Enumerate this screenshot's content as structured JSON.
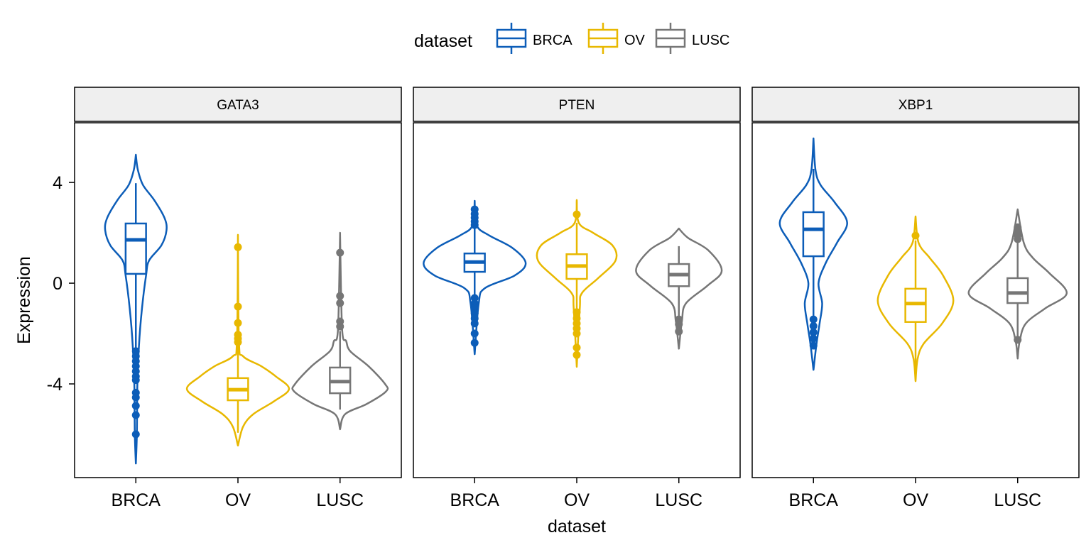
{
  "chart_data": {
    "type": "violin",
    "xlabel": "dataset",
    "ylabel": "Expression",
    "ylim": [
      -7.72,
      6.37
    ],
    "yticks": [
      -4,
      0,
      4
    ],
    "ytick_labels": [
      "-4",
      "0",
      "4"
    ],
    "categories": [
      "BRCA",
      "OV",
      "LUSC"
    ],
    "legend": {
      "title": "dataset",
      "position": "top",
      "entries": [
        {
          "label": "BRCA",
          "color": "#0C5DB8"
        },
        {
          "label": "OV",
          "color": "#E8B800"
        },
        {
          "label": "LUSC",
          "color": "#767676"
        }
      ]
    },
    "strip_fill": "#EFEFEF",
    "facets": [
      {
        "title": "GATA3",
        "groups": [
          {
            "name": "BRCA",
            "box": {
              "lower": -2.56,
              "q1": 0.37,
              "median": 1.72,
              "q3": 2.37,
              "upper": 3.97
            },
            "outliers": [
              -2.7,
              -2.9,
              -3.1,
              -3.3,
              -3.5,
              -3.7,
              -3.85,
              -4.35,
              -4.54,
              -4.87,
              -5.24,
              -6.0
            ],
            "violin": [
              [
                5.1,
                0
              ],
              [
                4.5,
                0.02
              ],
              [
                3.9,
                0.07
              ],
              [
                3.3,
                0.18
              ],
              [
                2.6,
                0.28
              ],
              [
                2.1,
                0.3
              ],
              [
                1.5,
                0.25
              ],
              [
                0.9,
                0.13
              ],
              [
                0.3,
                0.1
              ],
              [
                -1.0,
                0.06
              ],
              [
                -2.5,
                0.03
              ],
              [
                -4.0,
                0.015
              ],
              [
                -6.0,
                0.01
              ],
              [
                -7.16,
                0
              ]
            ]
          },
          {
            "name": "OV",
            "box": {
              "lower": -5.94,
              "q1": -4.65,
              "median": -4.23,
              "q3": -3.77,
              "upper": -2.4
            },
            "outliers": [
              1.43,
              -0.93,
              -1.58,
              -2.05,
              -2.2,
              -2.34
            ],
            "violin": [
              [
                1.92,
                0
              ],
              [
                -2.3,
                0.01
              ],
              [
                -2.9,
                0.05
              ],
              [
                -3.3,
                0.23
              ],
              [
                -3.7,
                0.37
              ],
              [
                -4.2,
                0.5
              ],
              [
                -4.7,
                0.35
              ],
              [
                -5.2,
                0.15
              ],
              [
                -5.7,
                0.05
              ],
              [
                -6.45,
                0
              ]
            ]
          },
          {
            "name": "LUSC",
            "box": {
              "lower": -5.02,
              "q1": -4.37,
              "median": -3.91,
              "q3": -3.35,
              "upper": -1.9
            },
            "outliers": [
              1.21,
              -0.51,
              -0.79,
              -1.52,
              -1.72
            ],
            "violin": [
              [
                2.0,
                0
              ],
              [
                -1.8,
                0.02
              ],
              [
                -2.3,
                0.06
              ],
              [
                -2.7,
                0.1
              ],
              [
                -3.3,
                0.28
              ],
              [
                -4.0,
                0.44
              ],
              [
                -4.3,
                0.45
              ],
              [
                -4.8,
                0.26
              ],
              [
                -5.2,
                0.05
              ],
              [
                -5.8,
                0
              ]
            ]
          }
        ]
      },
      {
        "title": "PTEN",
        "groups": [
          {
            "name": "BRCA",
            "box": {
              "lower": -0.5,
              "q1": 0.45,
              "median": 0.84,
              "q3": 1.18,
              "upper": 2.2
            },
            "outliers": [
              2.93,
              2.75,
              2.6,
              2.45,
              2.31,
              -0.59,
              -0.8,
              -1.0,
              -1.2,
              -1.4,
              -1.6,
              -2.0,
              -2.37
            ],
            "violin": [
              [
                3.27,
                0
              ],
              [
                2.3,
                0.02
              ],
              [
                1.9,
                0.14
              ],
              [
                1.4,
                0.37
              ],
              [
                0.8,
                0.5
              ],
              [
                0.3,
                0.39
              ],
              [
                -0.2,
                0.1
              ],
              [
                -0.8,
                0.04
              ],
              [
                -2.82,
                0
              ]
            ]
          },
          {
            "name": "OV",
            "box": {
              "lower": -1.05,
              "q1": 0.17,
              "median": 0.68,
              "q3": 1.15,
              "upper": 2.4
            },
            "outliers": [
              2.73,
              -1.15,
              -1.4,
              -1.6,
              -1.8,
              -2.0,
              -2.56,
              -2.85
            ],
            "violin": [
              [
                3.3,
                0
              ],
              [
                2.4,
                0.02
              ],
              [
                2.0,
                0.16
              ],
              [
                1.5,
                0.35
              ],
              [
                0.9,
                0.38
              ],
              [
                0.2,
                0.21
              ],
              [
                -0.4,
                0.05
              ],
              [
                -1.0,
                0.03
              ],
              [
                -3.32,
                0
              ]
            ]
          },
          {
            "name": "LUSC",
            "box": {
              "lower": -1.3,
              "q1": -0.12,
              "median": 0.34,
              "q3": 0.76,
              "upper": 1.47
            },
            "outliers": [
              -1.44,
              -1.63,
              -1.92
            ],
            "violin": [
              [
                2.17,
                0
              ],
              [
                1.8,
                0.09
              ],
              [
                1.3,
                0.29
              ],
              [
                0.5,
                0.42
              ],
              [
                -0.1,
                0.28
              ],
              [
                -0.8,
                0.07
              ],
              [
                -1.5,
                0.03
              ],
              [
                -2.6,
                0
              ]
            ]
          }
        ]
      },
      {
        "title": "XBP1",
        "groups": [
          {
            "name": "BRCA",
            "box": {
              "lower": -1.35,
              "q1": 1.07,
              "median": 2.14,
              "q3": 2.82,
              "upper": 4.54
            },
            "outliers": [
              -1.44,
              -1.7,
              -1.95,
              -2.2,
              -2.48
            ],
            "violin": [
              [
                5.75,
                0
              ],
              [
                4.5,
                0.02
              ],
              [
                3.9,
                0.07
              ],
              [
                3.2,
                0.21
              ],
              [
                2.4,
                0.33
              ],
              [
                1.6,
                0.23
              ],
              [
                0.8,
                0.12
              ],
              [
                0.0,
                0.05
              ],
              [
                -0.8,
                0.085
              ],
              [
                -1.6,
                0.06
              ],
              [
                -2.4,
                0.03
              ],
              [
                -3.44,
                0
              ]
            ]
          },
          {
            "name": "OV",
            "box": {
              "lower": -3.7,
              "q1": -1.54,
              "median": -0.81,
              "q3": -0.22,
              "upper": 1.7
            },
            "outliers": [
              1.89
            ],
            "violin": [
              [
                2.65,
                0
              ],
              [
                1.6,
                0.03
              ],
              [
                1.0,
                0.14
              ],
              [
                0.3,
                0.27
              ],
              [
                -0.7,
                0.37
              ],
              [
                -1.6,
                0.26
              ],
              [
                -2.4,
                0.08
              ],
              [
                -3.0,
                0.02
              ],
              [
                -3.89,
                0
              ]
            ]
          },
          {
            "name": "LUSC",
            "box": {
              "lower": -2.1,
              "q1": -0.79,
              "median": -0.39,
              "q3": 0.2,
              "upper": 1.6
            },
            "outliers": [
              2.22,
              2.05,
              1.9,
              1.75,
              -2.25
            ],
            "violin": [
              [
                2.93,
                0
              ],
              [
                1.6,
                0.06
              ],
              [
                1.0,
                0.15
              ],
              [
                0.4,
                0.31
              ],
              [
                -0.4,
                0.48
              ],
              [
                -1.0,
                0.27
              ],
              [
                -1.6,
                0.08
              ],
              [
                -2.3,
                0.02
              ],
              [
                -2.99,
                0
              ]
            ]
          }
        ]
      }
    ]
  }
}
